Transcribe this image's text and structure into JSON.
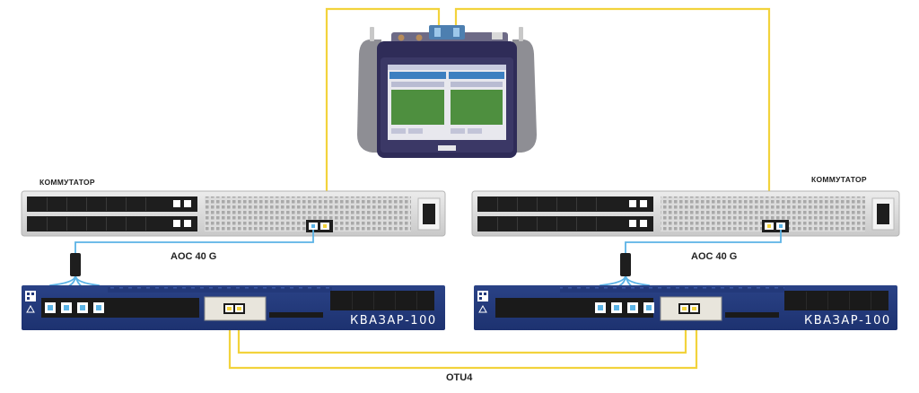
{
  "labels": {
    "switch_left": "КОММУТАТОР",
    "switch_right": "КОММУТАТОР",
    "aoc_left": "AOC 40 G",
    "aoc_right": "AOC 40 G",
    "otu": "OTU4",
    "device_left": "КВАЗАР-100",
    "device_right": "КВАЗАР-100"
  },
  "colors": {
    "fiber_yellow": "#f2d33c",
    "fiber_blue": "#5bb3e6",
    "device_blue": "#23397a",
    "switch_grey": "#d9d9d9",
    "tester_body": "#2f2c58"
  }
}
